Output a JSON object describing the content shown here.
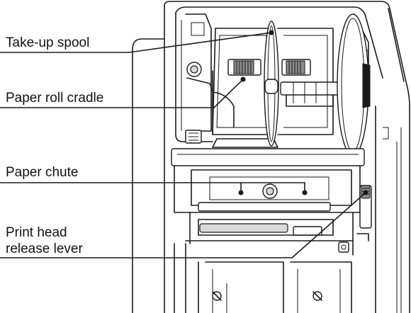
{
  "callouts": {
    "take_up_spool": "Take-up spool",
    "paper_roll_cradle": "Paper roll cradle",
    "paper_chute": "Paper chute",
    "print_head_release_lever_line1": "Print head",
    "print_head_release_lever_line2": "release lever"
  },
  "colors": {
    "line": "#1a1a1a",
    "shade": "#d9d9d9",
    "background": "#ffffff"
  }
}
